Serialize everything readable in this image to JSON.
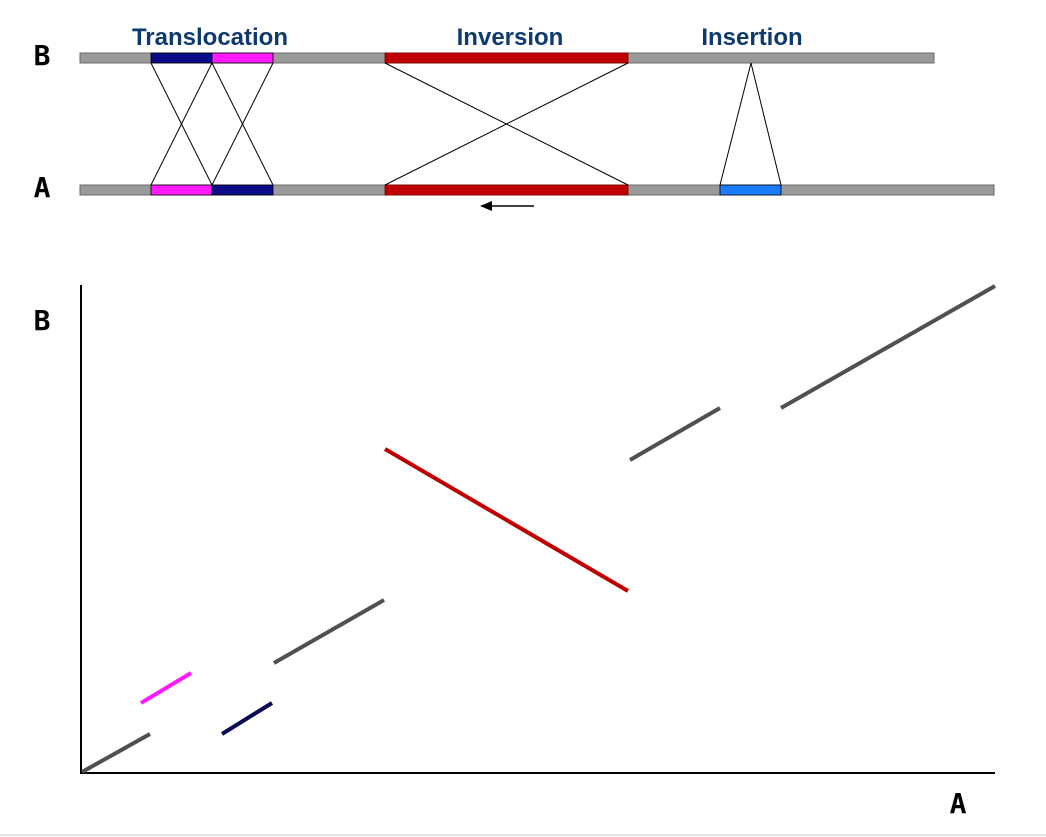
{
  "labels": {
    "b_top": "B",
    "a_mid": "A",
    "b_axis": "B",
    "a_axis": "A"
  },
  "events": {
    "translocation": "Translocation",
    "inversion": "Inversion",
    "insertion": "Insertion"
  },
  "colors": {
    "backbone": "#9a9a9a",
    "navy": "#0b0b8c",
    "magenta": "#ff1aff",
    "red": "#c00000",
    "blue": "#1a7cff",
    "dot_gray": "#505050",
    "dot_navy": "#0a0a55",
    "title": "#0e3a6e"
  }
}
